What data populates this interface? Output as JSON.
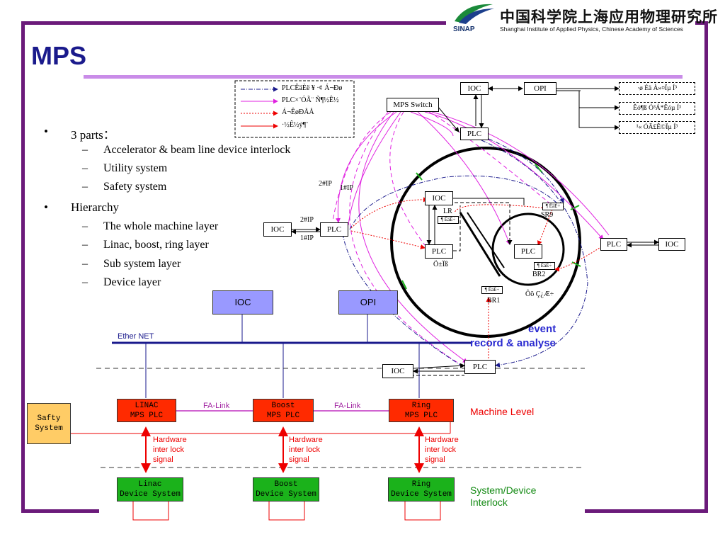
{
  "title": "MPS",
  "logo": {
    "cn": "中国科学院上海应用物理研究所",
    "abbr": "SINAP",
    "en": "Shanghai Institute of Applied Physics, Chinese Academy of Sciences"
  },
  "bullets": [
    {
      "text": "3 parts：",
      "subs": [
        "Accelerator & beam line device interlock",
        "Utility system",
        "Safety system"
      ]
    },
    {
      "text": "Hierarchy",
      "subs": [
        "The whole machine layer",
        "Linac, boost, ring layer",
        "Sub system layer",
        "Device layer"
      ]
    }
  ],
  "legend": [
    "PLCÊäÈë ¥ ·¢ Á¬Ðø",
    "PLC×¨ÓÃ¨ Ñ¶½Ê½",
    "Á¬ÊøÐÅÅ",
    "·½Ê½ý¶¨"
  ],
  "ring_diagram": {
    "mps_switch": "MPS Switch",
    "ioc": "IOC",
    "opi": "OPI",
    "plc": "PLC",
    "right_notes": [
      "·ø Éä À»¤Ïµ Í³",
      "Êó¶ß Ó³Á*Êóµ Í³",
      "¹« ÓÃ£Ê©Ïµ Í³"
    ],
    "lr": "LR",
    "sr9": "SR9",
    "br2": "BR2",
    "br1": "BR1",
    "ip2": "2#IP",
    "ip1": "1#IP",
    "small_tag": "¶ ÊäÈ÷",
    "linac_cn": "Ö±Ïß",
    "booster_cn": "Ôö Ç¿Æ÷"
  },
  "hierarchy": {
    "ioc": "IOC",
    "opi": "OPI",
    "ethernet": "Ether NET",
    "event_line1": "event",
    "event_line2": "record & analyse",
    "fa_link": "FA-Link",
    "linac_plc": [
      "LINAC",
      "MPS PLC"
    ],
    "boost_plc": [
      "Boost",
      "MPS PLC"
    ],
    "ring_plc": [
      "Ring",
      "MPS PLC"
    ],
    "safety": [
      "Safty",
      "System"
    ],
    "hw": [
      "Hardware",
      "inter lock",
      "signal"
    ],
    "machine_level": "Machine Level",
    "linac_dev": [
      "Linac",
      "Device System"
    ],
    "boost_dev": [
      "Boost",
      "Device System"
    ],
    "ring_dev": [
      "Ring",
      "Device System"
    ],
    "sys_dev": [
      "System/Device",
      "Interlock"
    ]
  },
  "colors": {
    "frame": "#6b1a7a",
    "title": "#1a1a8c",
    "accent": "#c98ce8",
    "red": "#ff2a00",
    "green": "#1bb21b"
  }
}
